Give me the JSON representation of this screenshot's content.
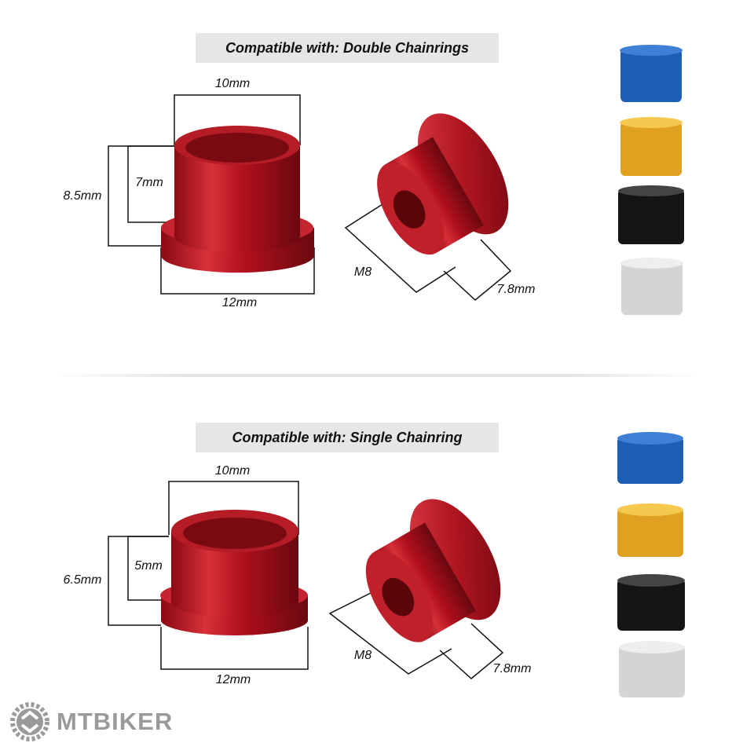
{
  "sections": [
    {
      "banner": "Compatible with: Double Chainrings",
      "nut_width": "10mm",
      "inner_height": "7mm",
      "total_height": "8.5mm",
      "flange_width": "12mm",
      "thread": "M8",
      "bolt_length": "7.8mm"
    },
    {
      "banner": "Compatible with: Single Chainring",
      "nut_width": "10mm",
      "inner_height": "5mm",
      "total_height": "6.5mm",
      "flange_width": "12mm",
      "thread": "M8",
      "bolt_length": "7.8mm"
    }
  ],
  "color_variants": [
    {
      "name": "blue",
      "hex": "#1d5fb5"
    },
    {
      "name": "gold",
      "hex": "#e0a020"
    },
    {
      "name": "black",
      "hex": "#151515"
    },
    {
      "name": "silver",
      "hex": "#d4d4d4"
    }
  ],
  "watermark": "MTBIKER"
}
